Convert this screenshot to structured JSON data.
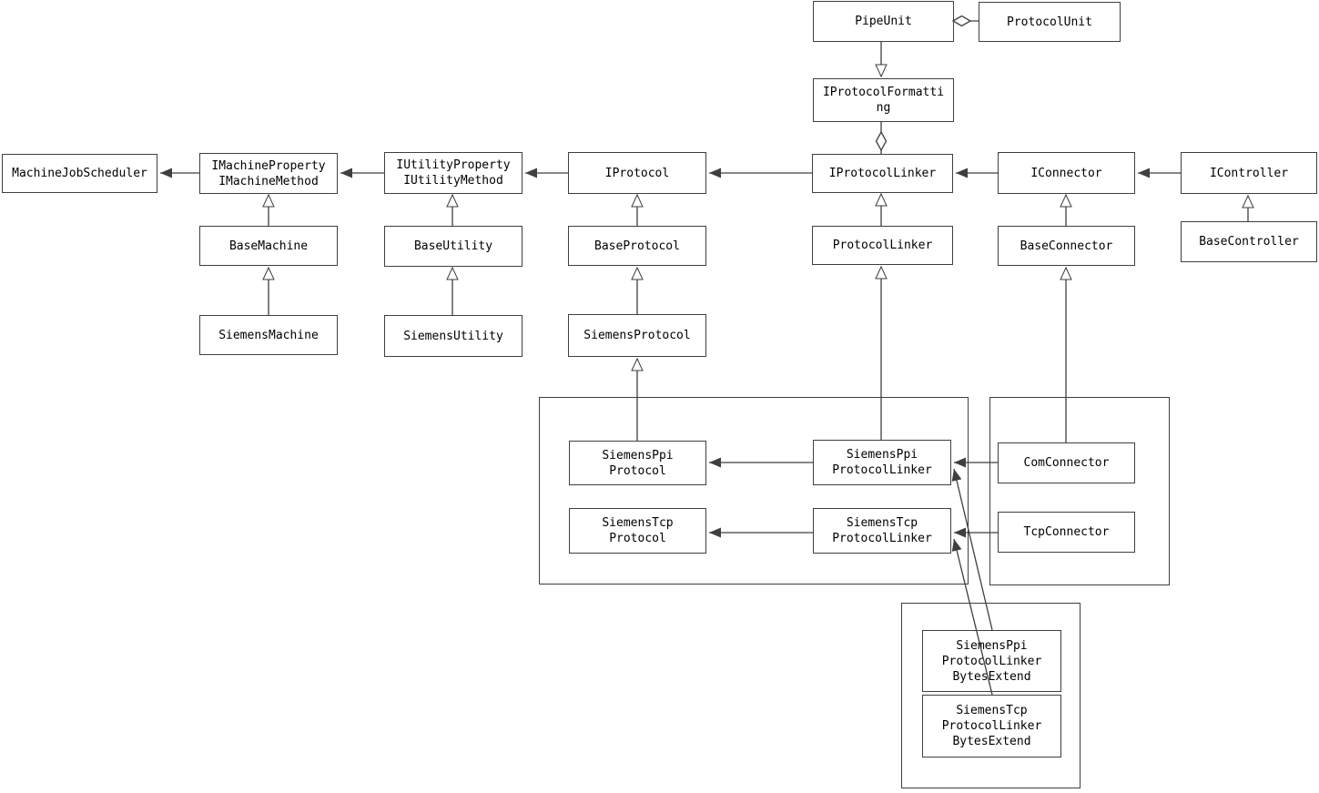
{
  "diagram": {
    "type": "uml-class-diagram",
    "background_color": "#ffffff",
    "line_color": "#3f3f3f",
    "text_color": "#000000",
    "nodes": {
      "pipe_unit": "PipeUnit",
      "protocol_unit": "ProtocolUnit",
      "iprotocol_formatting": "IProtocolFormatti\nng",
      "machine_job_scheduler": "MachineJobScheduler",
      "imachine_property_method": "IMachineProperty\nIMachineMethod",
      "iutility_property_method": "IUtilityProperty\nIUtilityMethod",
      "iprotocol": "IProtocol",
      "iprotocol_linker": "IProtocolLinker",
      "iconnector": "IConnector",
      "icontroller": "IController",
      "base_machine": "BaseMachine",
      "base_utility": "BaseUtility",
      "base_protocol": "BaseProtocol",
      "protocol_linker": "ProtocolLinker",
      "base_connector": "BaseConnector",
      "base_controller": "BaseController",
      "siemens_machine": "SiemensMachine",
      "siemens_utility": "SiemensUtility",
      "siemens_protocol": "SiemensProtocol",
      "siemens_ppi_protocol": "SiemensPpi\nProtocol",
      "siemens_tcp_protocol": "SiemensTcp\nProtocol",
      "siemens_ppi_protocol_linker": "SiemensPpi\nProtocolLinker",
      "siemens_tcp_protocol_linker": "SiemensTcp\nProtocolLinker",
      "com_connector": "ComConnector",
      "tcp_connector": "TcpConnector",
      "siemens_ppi_protocol_linker_bytes_extend": "SiemensPpi\nProtocolLinker\nBytesExtend",
      "siemens_tcp_protocol_linker_bytes_extend": "SiemensTcp\nProtocolLinker\nBytesExtend"
    },
    "relationships": [
      {
        "from": "PipeUnit",
        "to": "ProtocolUnit",
        "type": "aggregation"
      },
      {
        "from": "PipeUnit",
        "to": "IProtocolFormatting",
        "type": "realization"
      },
      {
        "from": "IProtocolFormatting",
        "to": "IProtocolLinker",
        "type": "aggregation"
      },
      {
        "from": "IMachineProperty/IMachineMethod",
        "to": "MachineJobScheduler",
        "type": "directed-association"
      },
      {
        "from": "IUtilityProperty/IUtilityMethod",
        "to": "IMachineProperty/IMachineMethod",
        "type": "directed-association"
      },
      {
        "from": "IProtocol",
        "to": "IUtilityProperty/IUtilityMethod",
        "type": "directed-association"
      },
      {
        "from": "IProtocolLinker",
        "to": "IProtocol",
        "type": "directed-association"
      },
      {
        "from": "IConnector",
        "to": "IProtocolLinker",
        "type": "directed-association"
      },
      {
        "from": "IController",
        "to": "IConnector",
        "type": "directed-association"
      },
      {
        "from": "BaseMachine",
        "to": "IMachineProperty/IMachineMethod",
        "type": "generalization"
      },
      {
        "from": "SiemensMachine",
        "to": "BaseMachine",
        "type": "generalization"
      },
      {
        "from": "BaseUtility",
        "to": "IUtilityProperty/IUtilityMethod",
        "type": "generalization"
      },
      {
        "from": "SiemensUtility",
        "to": "BaseUtility",
        "type": "generalization"
      },
      {
        "from": "BaseProtocol",
        "to": "IProtocol",
        "type": "generalization"
      },
      {
        "from": "SiemensProtocol",
        "to": "BaseProtocol",
        "type": "generalization"
      },
      {
        "from": "SiemensPpiProtocol",
        "to": "SiemensProtocol",
        "type": "generalization"
      },
      {
        "from": "ProtocolLinker",
        "to": "IProtocolLinker",
        "type": "generalization"
      },
      {
        "from": "SiemensPpiProtocolLinker",
        "to": "ProtocolLinker",
        "type": "generalization"
      },
      {
        "from": "BaseConnector",
        "to": "IConnector",
        "type": "generalization"
      },
      {
        "from": "ComConnector",
        "to": "BaseConnector",
        "type": "generalization"
      },
      {
        "from": "BaseController",
        "to": "IController",
        "type": "generalization"
      },
      {
        "from": "SiemensPpiProtocolLinker",
        "to": "SiemensPpiProtocol",
        "type": "directed-association"
      },
      {
        "from": "SiemensTcpProtocolLinker",
        "to": "SiemensTcpProtocol",
        "type": "directed-association"
      },
      {
        "from": "ComConnector",
        "to": "SiemensPpiProtocolLinker",
        "type": "directed-association"
      },
      {
        "from": "TcpConnector",
        "to": "SiemensTcpProtocolLinker",
        "type": "directed-association"
      },
      {
        "from": "SiemensPpiProtocolLinkerBytesExtend",
        "to": "SiemensPpiProtocolLinker",
        "type": "directed-association"
      },
      {
        "from": "SiemensTcpProtocolLinkerBytesExtend",
        "to": "SiemensTcpProtocolLinker",
        "type": "directed-association"
      }
    ]
  }
}
